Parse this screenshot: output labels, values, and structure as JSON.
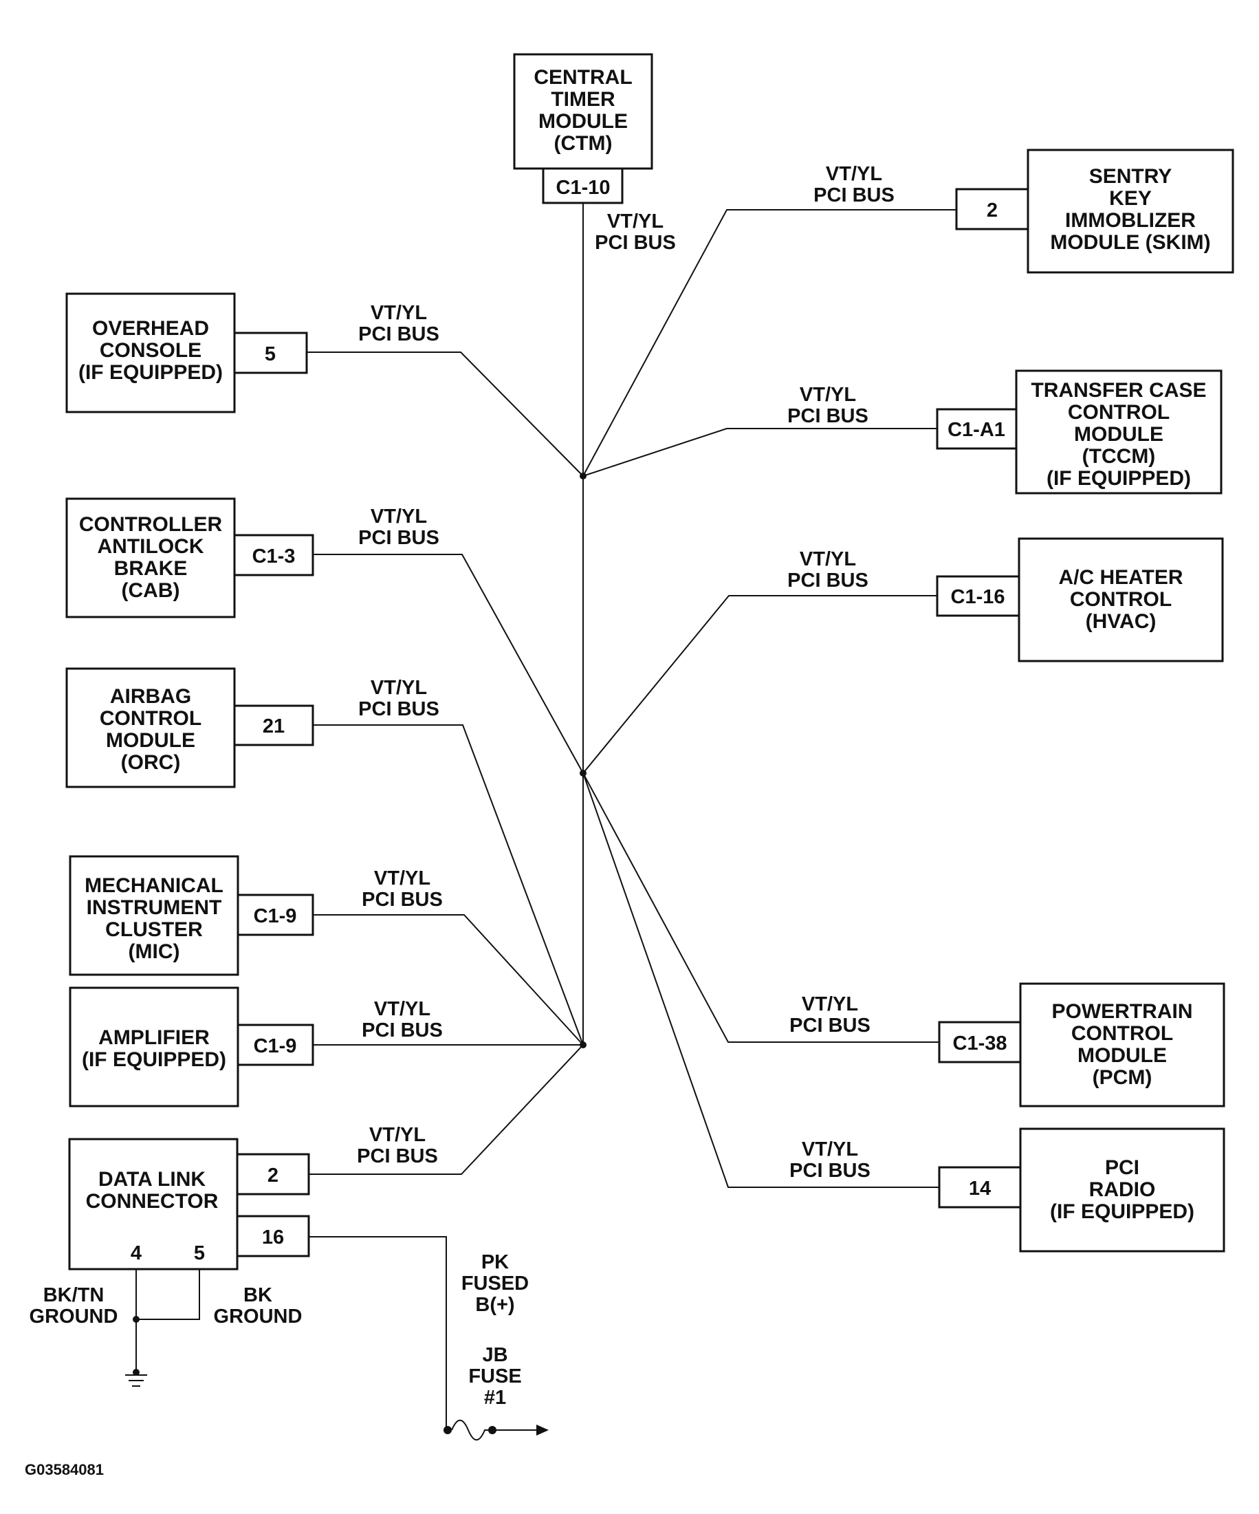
{
  "bus_label": [
    "VT/YL",
    "PCI BUS"
  ],
  "modules": {
    "ctm": {
      "lines": [
        "CENTRAL",
        "TIMER",
        "MODULE",
        "(CTM)"
      ],
      "pin": "C1-10"
    },
    "skim": {
      "lines": [
        "SENTRY",
        "KEY",
        "IMMOBLIZER",
        "MODULE (SKIM)"
      ],
      "pin": "2"
    },
    "overhead": {
      "lines": [
        "OVERHEAD",
        "CONSOLE",
        "(IF EQUIPPED)"
      ],
      "pin": "5"
    },
    "tccm": {
      "lines": [
        "TRANSFER CASE",
        "CONTROL",
        "MODULE",
        "(TCCM)",
        "(IF EQUIPPED)"
      ],
      "pin": "C1-A1"
    },
    "cab": {
      "lines": [
        "CONTROLLER",
        "ANTILOCK",
        "BRAKE",
        "(CAB)"
      ],
      "pin": "C1-3"
    },
    "hvac": {
      "lines": [
        "A/C HEATER",
        "CONTROL",
        "(HVAC)"
      ],
      "pin": "C1-16"
    },
    "orc": {
      "lines": [
        "AIRBAG",
        "CONTROL",
        "MODULE",
        "(ORC)"
      ],
      "pin": "21"
    },
    "mic": {
      "lines": [
        "MECHANICAL",
        "INSTRUMENT",
        "CLUSTER",
        "(MIC)"
      ],
      "pin": "C1-9"
    },
    "amp": {
      "lines": [
        "AMPLIFIER",
        "(IF EQUIPPED)"
      ],
      "pin": "C1-9"
    },
    "pcm": {
      "lines": [
        "POWERTRAIN",
        "CONTROL",
        "MODULE",
        "(PCM)"
      ],
      "pin": "C1-38"
    },
    "radio": {
      "lines": [
        "PCI",
        "RADIO",
        "(IF EQUIPPED)"
      ],
      "pin": "14"
    },
    "dlc": {
      "lines": [
        "DATA LINK",
        "CONNECTOR"
      ],
      "pin_bus": "2",
      "pin_power": "16",
      "pin_gnd_a": "4",
      "pin_gnd_b": "5"
    }
  },
  "ground_left": [
    "BK/TN",
    "GROUND"
  ],
  "ground_right": [
    "BK",
    "GROUND"
  ],
  "power_label": [
    "PK",
    "FUSED",
    "B(+)"
  ],
  "fuse_label": [
    "JB",
    "FUSE",
    "#1"
  ],
  "figure_id": "G03584081"
}
